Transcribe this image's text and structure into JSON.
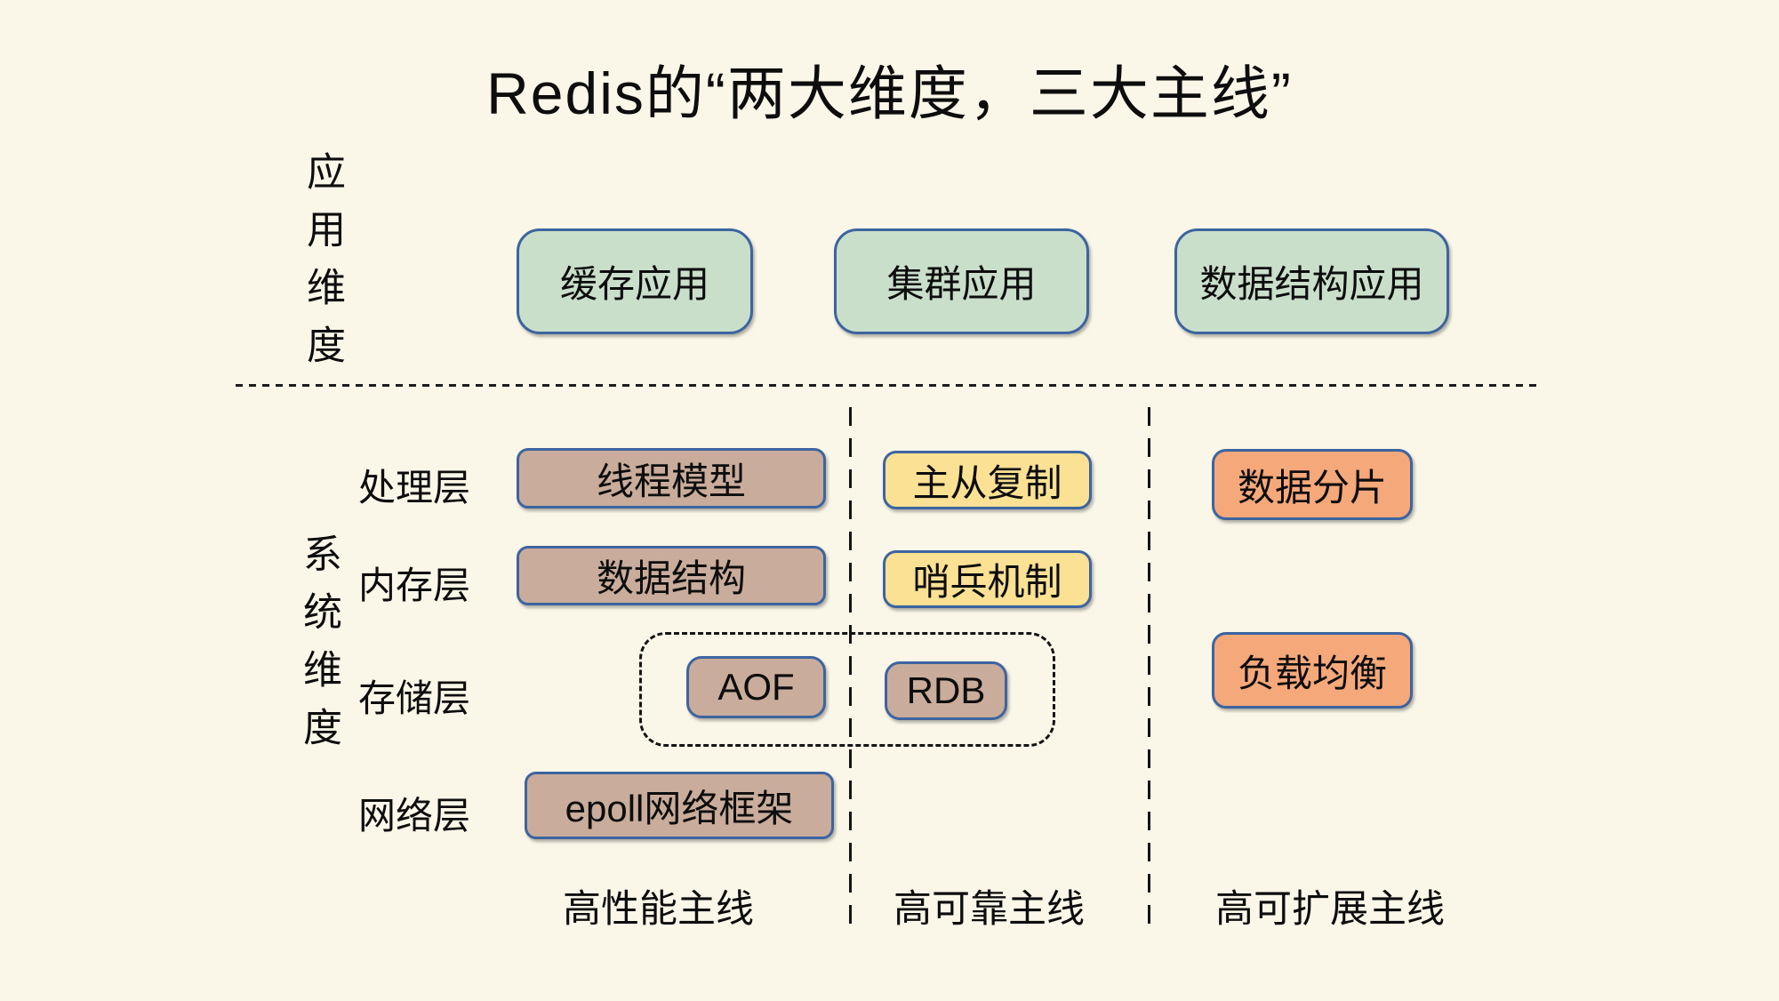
{
  "title": "Redis的“两大维度，三大主线”",
  "dimension_labels": {
    "application": "应用维度",
    "system": "系统维度"
  },
  "application_row": {
    "boxes": [
      {
        "label": "缓存应用"
      },
      {
        "label": "集群应用"
      },
      {
        "label": "数据结构应用"
      }
    ]
  },
  "layer_labels": [
    {
      "label": "处理层"
    },
    {
      "label": "内存层"
    },
    {
      "label": "存储层"
    },
    {
      "label": "网络层"
    }
  ],
  "system_boxes": {
    "thread_model": "线程模型",
    "data_structure": "数据结构",
    "aof": "AOF",
    "rdb": "RDB",
    "epoll_framework": "epoll网络框架",
    "master_slave_replication": "主从复制",
    "sentinel_mechanism": "哨兵机制",
    "data_sharding": "数据分片",
    "load_balancing": "负载均衡"
  },
  "mainlines": [
    {
      "label": "高性能主线"
    },
    {
      "label": "高可靠主线"
    },
    {
      "label": "高可扩展主线"
    }
  ],
  "colors": {
    "background": "#faf7e8",
    "green_fill": "#c9dfca",
    "yellow_fill": "#fbe193",
    "brown_fill": "#c9ac9b",
    "orange_fill": "#f5a87a",
    "box_border": "#3d64a0",
    "text": "#0d0d0d",
    "dash_lines": "#141414"
  }
}
